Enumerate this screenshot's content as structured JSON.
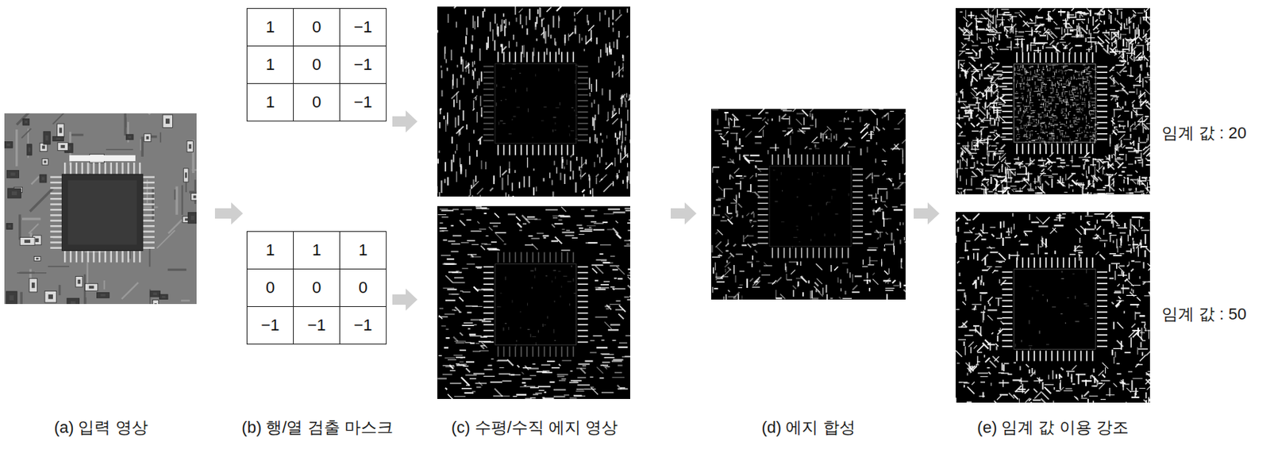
{
  "diagram": {
    "nodes": [
      {
        "text": [
          "1",
          "0",
          "−1",
          "1",
          "0",
          "−1",
          "1",
          "0",
          "−1"
        ]
      },
      {
        "text": [
          "1",
          "1",
          "1",
          "0",
          "0",
          "0",
          "−1",
          "−1",
          "−1"
        ]
      }
    ],
    "labels": [
      "임계 값 : 20",
      "임계 값 : 50",
      "(a) 입력 영상",
      "(b) 행/열 검출 마스크",
      "(c) 수평/수직 에지 영상",
      "(d) 에지 합성",
      "(e) 임계 값 이용 강조"
    ]
  }
}
